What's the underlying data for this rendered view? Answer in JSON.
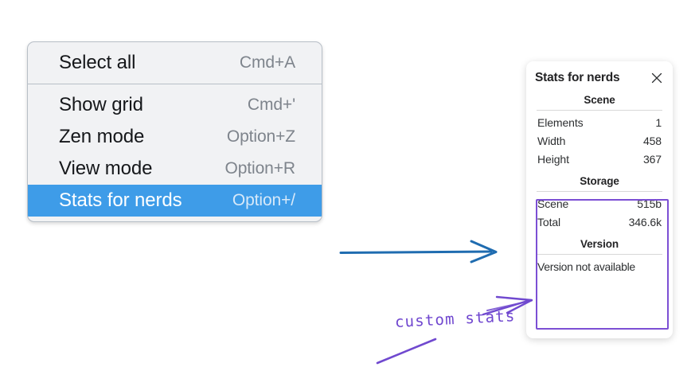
{
  "menu": {
    "sections": [
      {
        "items": [
          {
            "label": "Select all",
            "shortcut": "Cmd+A",
            "selected": false
          }
        ]
      },
      {
        "items": [
          {
            "label": "Show grid",
            "shortcut": "Cmd+'",
            "selected": false
          },
          {
            "label": "Zen mode",
            "shortcut": "Option+Z",
            "selected": false
          },
          {
            "label": "View mode",
            "shortcut": "Option+R",
            "selected": false
          },
          {
            "label": "Stats for nerds",
            "shortcut": "Option+/",
            "selected": true
          }
        ]
      }
    ],
    "selected_background": "#3e9ce8"
  },
  "stats_panel": {
    "title": "Stats for nerds",
    "close_icon": "close-icon",
    "sections": [
      {
        "heading": "Scene",
        "rows": [
          {
            "label": "Elements",
            "value": "1"
          },
          {
            "label": "Width",
            "value": "458"
          },
          {
            "label": "Height",
            "value": "367"
          }
        ]
      },
      {
        "heading": "Storage",
        "rows": [
          {
            "label": "Scene",
            "value": "515b"
          },
          {
            "label": "Total",
            "value": "346.6k"
          }
        ]
      },
      {
        "heading": "Version",
        "text": "Version not available"
      }
    ]
  },
  "annotations": {
    "flow_arrow_color": "#1f6cb0",
    "highlight_color": "#7c4fd4",
    "note_text": "custom stats",
    "note_color": "#6f46cf"
  }
}
